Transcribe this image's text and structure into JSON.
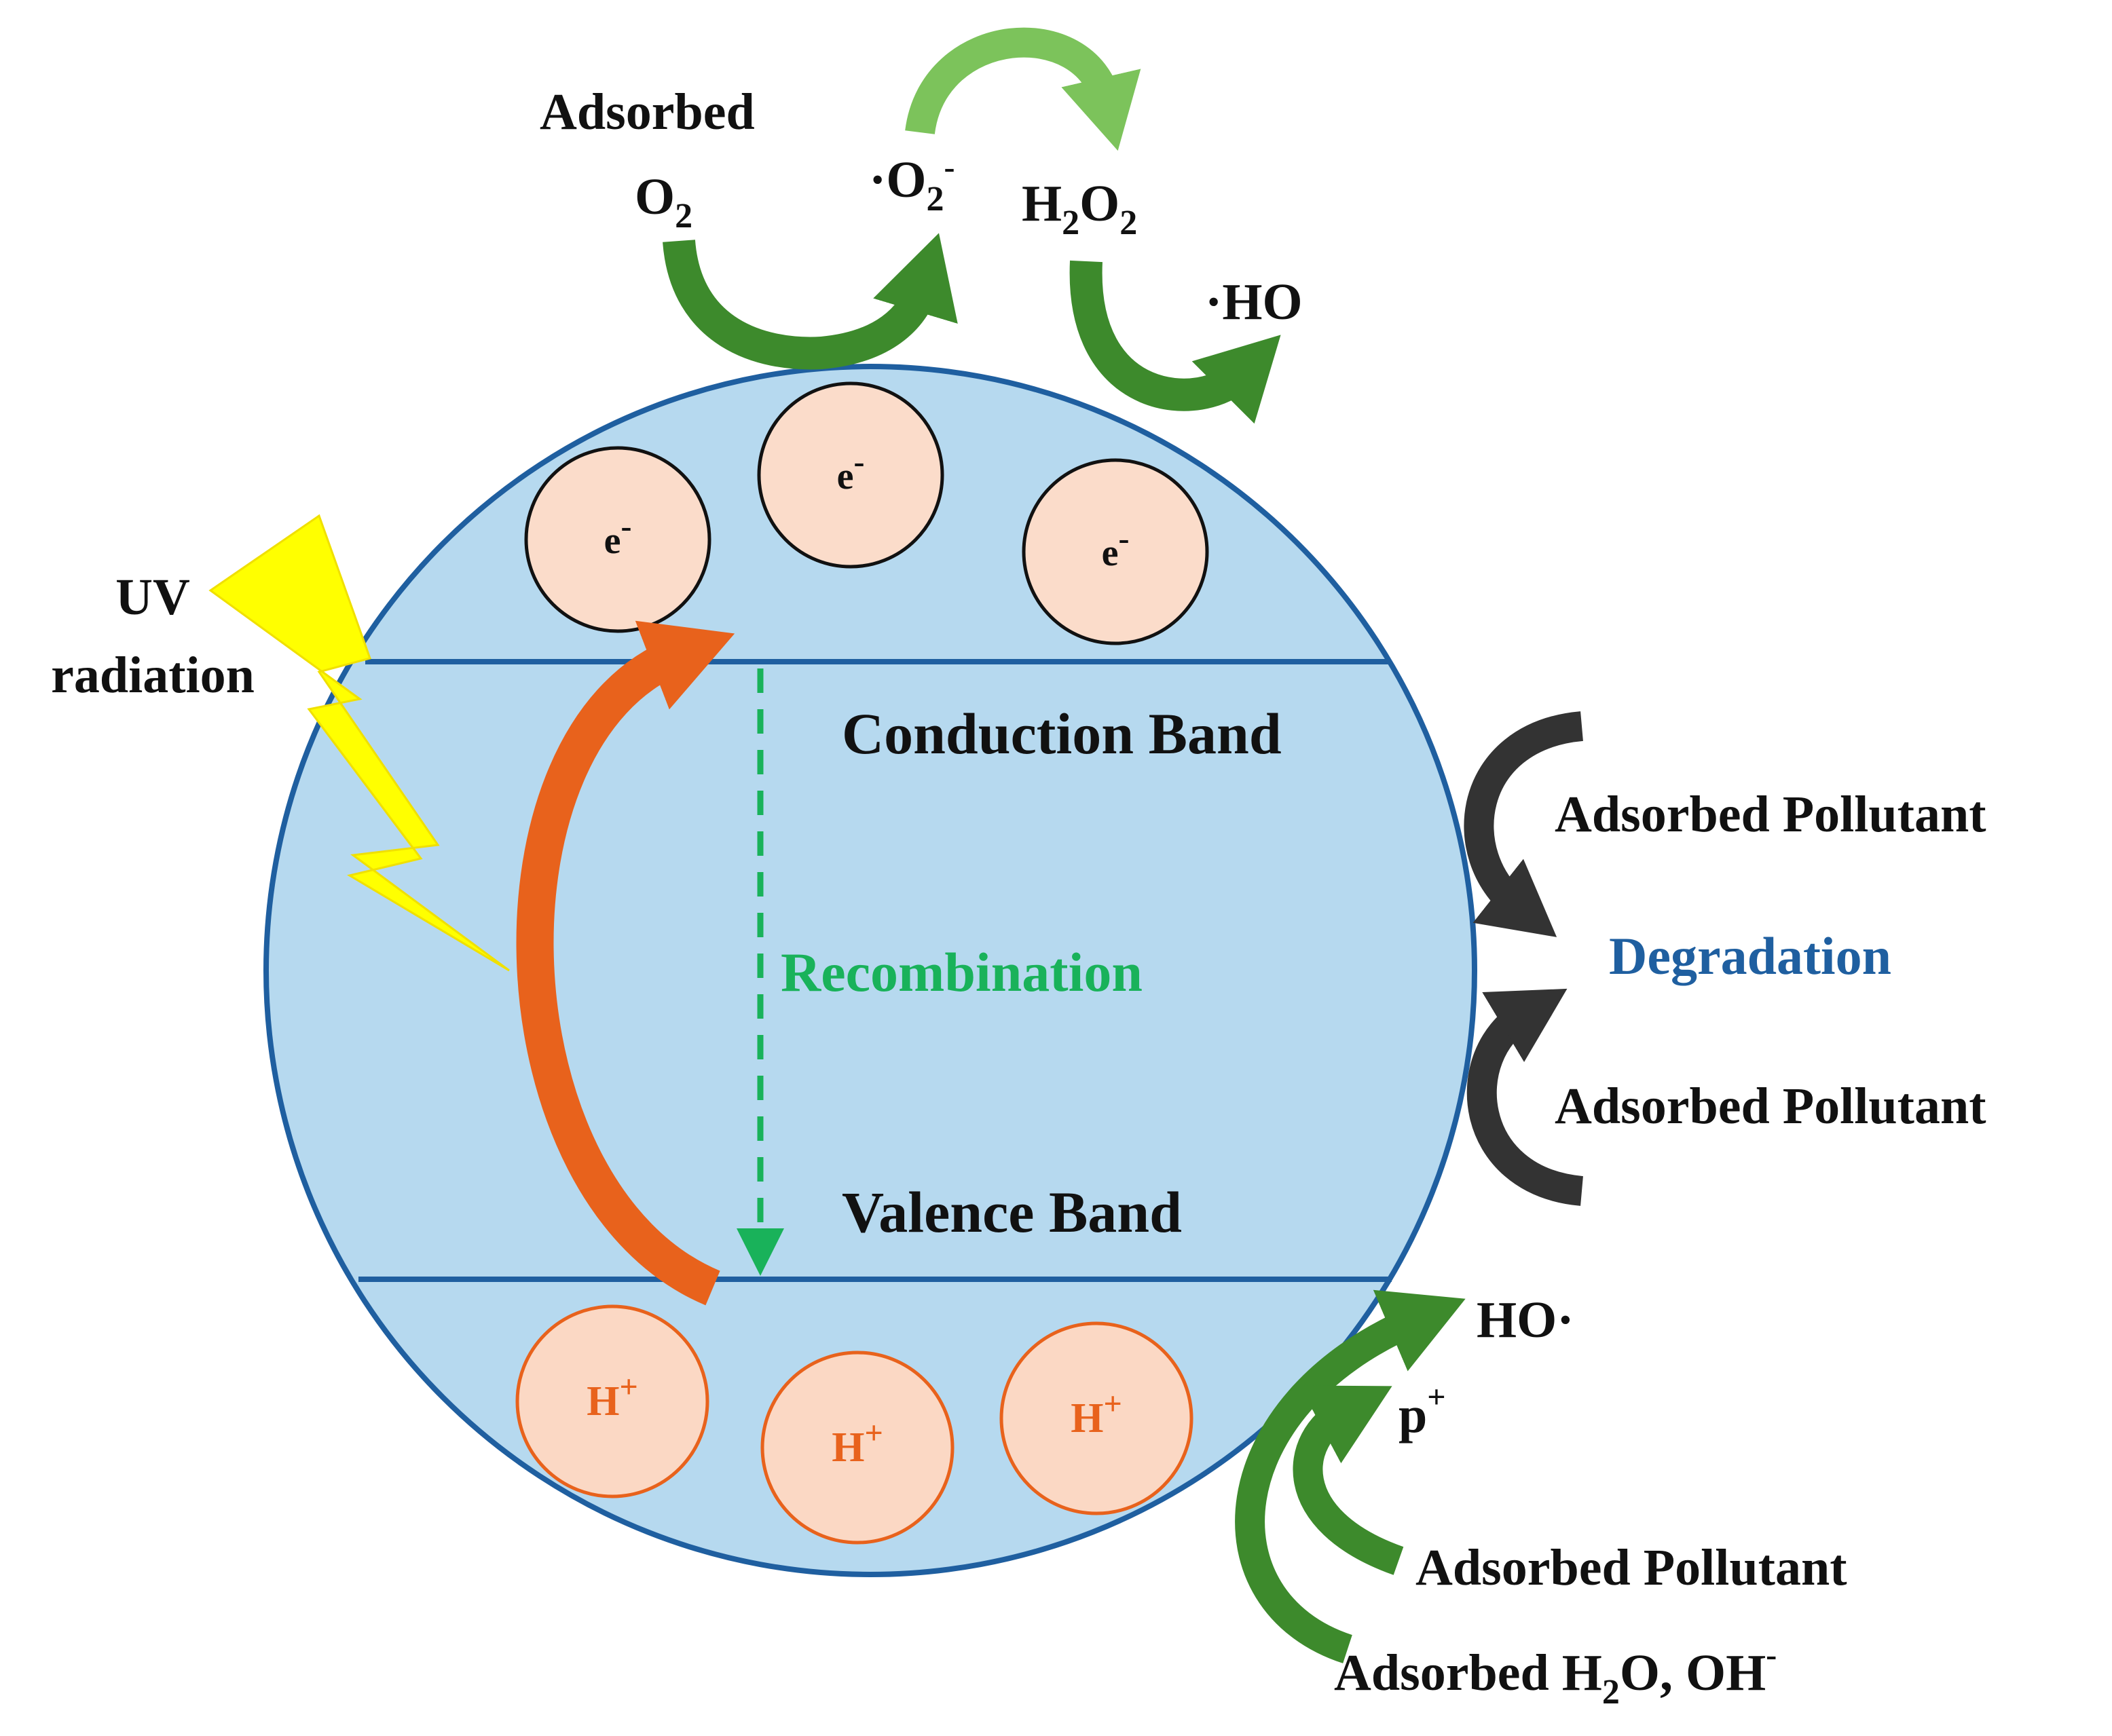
{
  "colors": {
    "particle_fill": "#b6d9ef",
    "particle_stroke": "#1f5fa0",
    "electron_fill": "#fbdcca",
    "hole_fill": "#fbd8c4",
    "hole_stroke": "#e8621c",
    "green_arrow": "#3d8a2c",
    "light_green_arrow": "#7cc35b",
    "orange_arrow": "#e8621c",
    "dark_arrow": "#333333",
    "uv_bolt": "#ffff00",
    "recombination": "#19b25a",
    "degradation": "#1f5fa0"
  },
  "top": {
    "adsorbed_line1": "Adsorbed",
    "o2_main": "O",
    "o2_sub": "2",
    "superoxide_dot": "·O",
    "superoxide_sub": "2",
    "superoxide_sup": "-",
    "h2o2_h": "H",
    "h2o2_sub1": "2",
    "h2o2_o": "O",
    "h2o2_sub2": "2",
    "hydroxyl_top": "·HO"
  },
  "uv": {
    "line1": "UV",
    "line2": "radiation"
  },
  "bands": {
    "conduction": "Conduction Band",
    "valence": "Valence Band"
  },
  "recombination": "Recombination",
  "electrons": [
    {
      "main": "e",
      "sup": "-"
    },
    {
      "main": "e",
      "sup": "-"
    },
    {
      "main": "e",
      "sup": "-"
    }
  ],
  "holes": [
    {
      "main": "H",
      "sup": "+"
    },
    {
      "main": "H",
      "sup": "+"
    },
    {
      "main": "H",
      "sup": "+"
    }
  ],
  "right": {
    "adsorbed_pollutant_1": "Adsorbed Pollutant",
    "degradation": "Degradation",
    "adsorbed_pollutant_2": "Adsorbed Pollutant"
  },
  "bottom_right": {
    "hydroxyl_main": "HO·",
    "hole_main": "p",
    "hole_sup": "+",
    "adsorbed_pollutant": "Adsorbed Pollutant",
    "water_prefix": "Adsorbed H",
    "water_sub": "2",
    "water_mid": "O, OH",
    "water_sup": "-"
  }
}
